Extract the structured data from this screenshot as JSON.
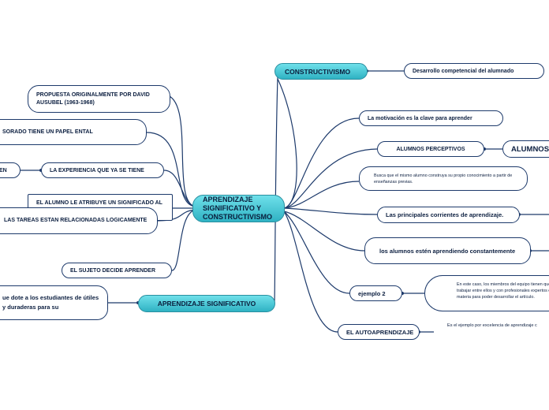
{
  "central": "APRENDIZAJE SIGNIFICATIVO Y CONSTRUCTIVISMO",
  "constructivismo": {
    "title": "CONSTRUCTIVISMO",
    "desarrollo": "Desarrollo competencial del alumnado"
  },
  "aprendizaje_significativo": {
    "title": "APRENDIZAJE SIGNIFICATIVO"
  },
  "left": {
    "propuesta": "PROPUESTA ORIGINALMENTE POR DAVID AUSUBEL (1963-1968)",
    "profesorado": "SORADO TIENE UN PAPEL ENTAL",
    "en": "EN",
    "experiencia": "LA EXPERIENCIA QUE YA SE TIENE",
    "alumno_atribuye": "EL ALUMNO LE ATRIBUYE UN SIGNIFICADO AL NUEVO CONOCIMIENTO",
    "tareas": "LAS TAREAS ESTAN  RELACIONADAS LOGICAMENTE",
    "sujeto": "EL SUJETO DECIDE APRENDER",
    "dote": "ue dote a los estudiantes de útiles y duraderas para su"
  },
  "right": {
    "motivacion": "La motivación es la clave para aprender",
    "perceptivos": "ALUMNOS PERCEPTIVOS",
    "alumnos_cut": "ALUMNOS",
    "busca": "Busca que el mismo alumno construya su propio conocimiento a partir de enseñanzas previas.",
    "corrientes": "Las principales corrientes de aprendizaje.",
    "aprendiendo": "los alumnos estén aprendiendo constantemente",
    "ejemplo2": "ejemplo 2",
    "ejemplo2_text": "En este caso, los miembros del equipo tienen que trabajar entre ellos y con profesionales expertos en la materia para poder desarrollar el artículo.",
    "autoaprendizaje": "EL AUTOAPRENDIZAJE",
    "auto_text": "Es el ejemplo por excelencia de aprendizaje c"
  },
  "colors": {
    "line": "#1d3a6b",
    "teal_top": "#6fe0ea",
    "teal_bottom": "#2fb2c3",
    "text": "#0c1f40"
  }
}
